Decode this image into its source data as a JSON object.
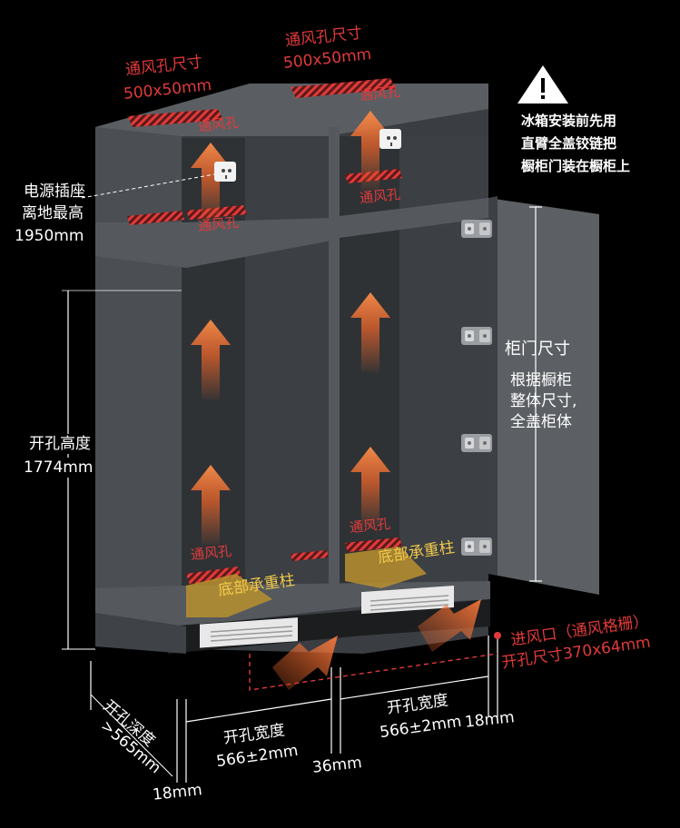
{
  "vent_top_left": {
    "title": "通风孔尺寸",
    "size": "500x50mm"
  },
  "vent_top_right": {
    "title": "通风孔尺寸",
    "size": "500x50mm"
  },
  "vent_labels": [
    "通风孔",
    "通风孔",
    "通风孔",
    "通风孔",
    "通风孔",
    "通风孔"
  ],
  "power": {
    "line1": "电源插座",
    "line2": "离地最高",
    "line3": "1950mm"
  },
  "warning": {
    "line1": "冰箱安装前先用",
    "line2": "直臂全盖铰链把",
    "line3": "橱柜门装在橱柜上"
  },
  "door": {
    "title": "柜门尺寸",
    "line1": "根据橱柜",
    "line2": "整体尺寸,",
    "line3": "全盖柜体"
  },
  "height": {
    "label": "开孔高度",
    "value": "1774mm"
  },
  "support": [
    "底部承重柱",
    "底部承重柱"
  ],
  "inlet": {
    "line1": "进风口（通风格栅）",
    "line2": "开孔尺寸370x64mm"
  },
  "depth": {
    "label": "开孔深度",
    "value": ">565mm"
  },
  "width_left": {
    "label": "开孔宽度",
    "value": "566±2mm"
  },
  "width_right": {
    "label": "开孔宽度",
    "value": "566±2mm"
  },
  "gap_18_left": "18mm",
  "gap_36": "36mm",
  "gap_18_right": "18mm",
  "colors": {
    "accent_red": "#e23a3a",
    "support_yellow": "#f2c94c",
    "cabinet": "#4b4f53",
    "arrow": "#e8632a"
  },
  "icons": [
    "warning-triangle-icon",
    "power-socket-icon",
    "hinge-icon",
    "airflow-arrow-icon"
  ]
}
